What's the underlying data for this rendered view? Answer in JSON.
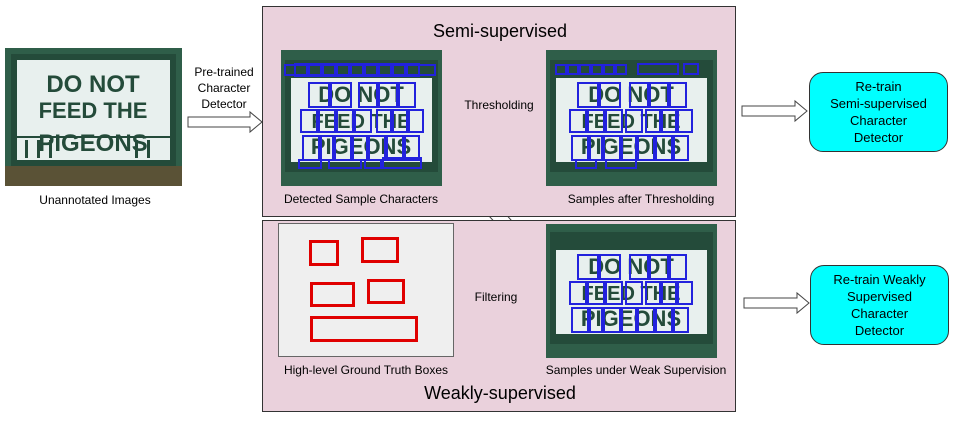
{
  "left": {
    "sign_lines": [
      "DO NOT",
      "FEED THE",
      "PIGEONS"
    ],
    "caption": "Unannotated Images",
    "arrow_label": "Pre-trained\nCharacter\nDetector"
  },
  "semi": {
    "title": "Semi-supervised",
    "detected_caption": "Detected Sample Characters",
    "threshold_label": "Thresholding",
    "after_caption": "Samples after Thresholding"
  },
  "weak": {
    "title": "Weakly-supervised",
    "gt_caption": "High-level Ground Truth Boxes",
    "filter_label": "Filtering",
    "weak_caption": "Samples under Weak Supervision"
  },
  "outputs": {
    "semi_box": "Re-train\nSemi-supervised\nCharacter\nDetector",
    "weak_box": "Re-train Weakly\nSupervised\nCharacter\nDetector"
  },
  "colors": {
    "panel": "#ead1dc",
    "output_box": "#00ffff",
    "detection_box": "#2222dd",
    "gt_box": "#e00000",
    "sign_green": "#244b3a",
    "sign_white": "#e8f0ee"
  }
}
